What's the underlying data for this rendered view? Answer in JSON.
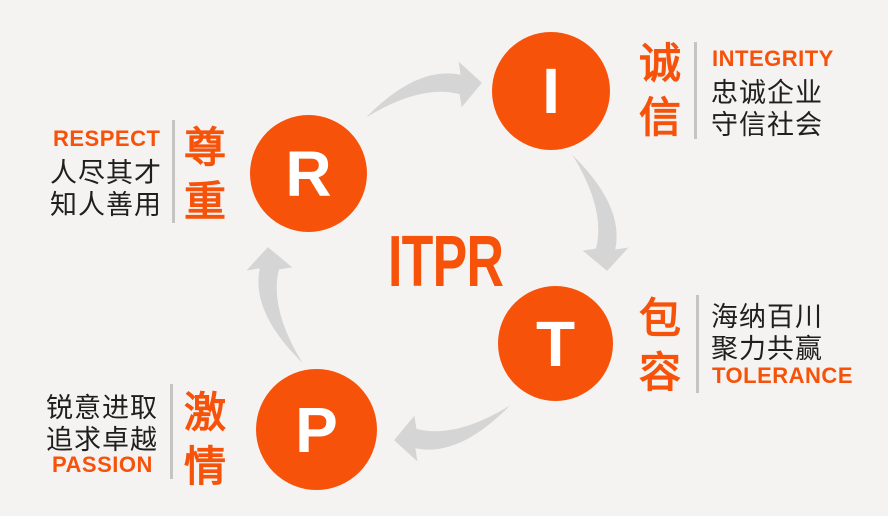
{
  "diagram": {
    "center_title": "ITPR",
    "background": "#F4F3F1",
    "accent_color": "#F7520A",
    "arrow_color": "#D5D5D5",
    "divider_color": "#C4C4C4",
    "text_color": "#1F1F1F",
    "arrows": [
      {
        "name": "r-to-i",
        "direction": "up-right"
      },
      {
        "name": "i-to-t",
        "direction": "down"
      },
      {
        "name": "t-to-p",
        "direction": "left"
      },
      {
        "name": "p-to-r",
        "direction": "up"
      }
    ],
    "values": [
      {
        "letter": "I",
        "cn_chars": [
          "诚",
          "信"
        ],
        "en": "INTEGRITY",
        "desc_lines": [
          "忠诚企业",
          "守信社会"
        ]
      },
      {
        "letter": "T",
        "cn_chars": [
          "包",
          "容"
        ],
        "en": "TOLERANCE",
        "desc_lines": [
          "海纳百川",
          "聚力共赢"
        ]
      },
      {
        "letter": "P",
        "cn_chars": [
          "激",
          "情"
        ],
        "en": "PASSION",
        "desc_lines": [
          "锐意进取",
          "追求卓越"
        ]
      },
      {
        "letter": "R",
        "cn_chars": [
          "尊",
          "重"
        ],
        "en": "RESPECT",
        "desc_lines": [
          "人尽其才",
          "知人善用"
        ]
      }
    ]
  }
}
